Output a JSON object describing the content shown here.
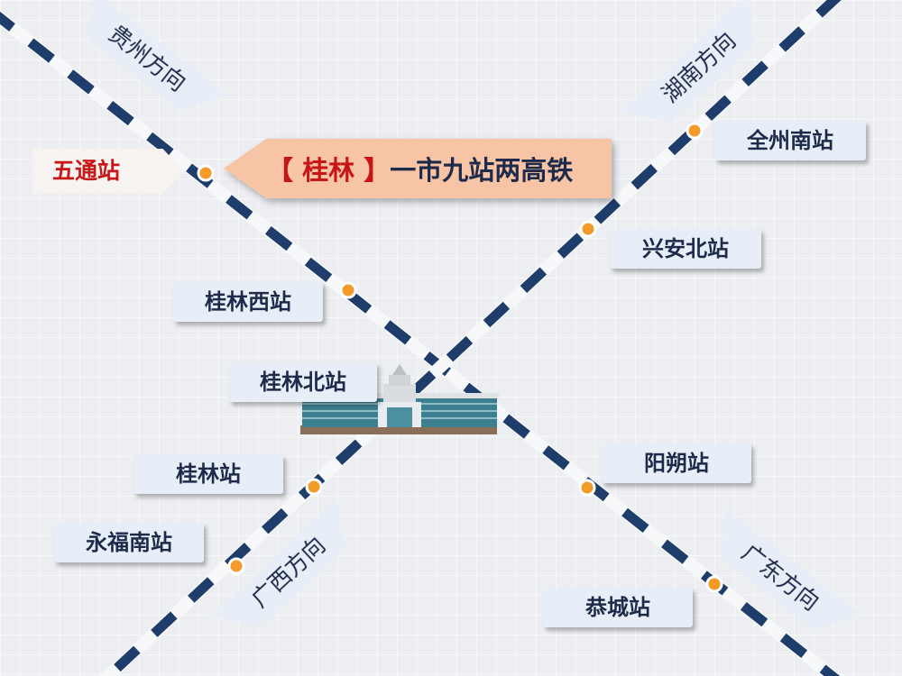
{
  "title": {
    "city": "【 桂林 】",
    "subtitle": "一市九站两高铁"
  },
  "origin_station": "五通站",
  "directions": {
    "guizhou": "贵州方向",
    "hunan": "湖南方向",
    "guangxi": "广西方向",
    "guangdong": "广东方向"
  },
  "stations": {
    "quanzhou_nan": "全州南站",
    "xingan_bei": "兴安北站",
    "guilin_xi": "桂林西站",
    "guilin_bei": "桂林北站",
    "guilin": "桂林站",
    "yangshuo": "阳朔站",
    "yongfu_nan": "永福南站",
    "gongcheng": "恭城站"
  },
  "colors": {
    "rail_dark": "#1f3d6b",
    "rail_light": "#ffffff",
    "station_dot": "#f39a2b",
    "title_red": "#c81616",
    "label_bg": "#e7eef7",
    "banner_bg": "#f8c4a6"
  },
  "icons": {
    "station_marker": "orange-dot",
    "landmark": "train-station-building"
  }
}
